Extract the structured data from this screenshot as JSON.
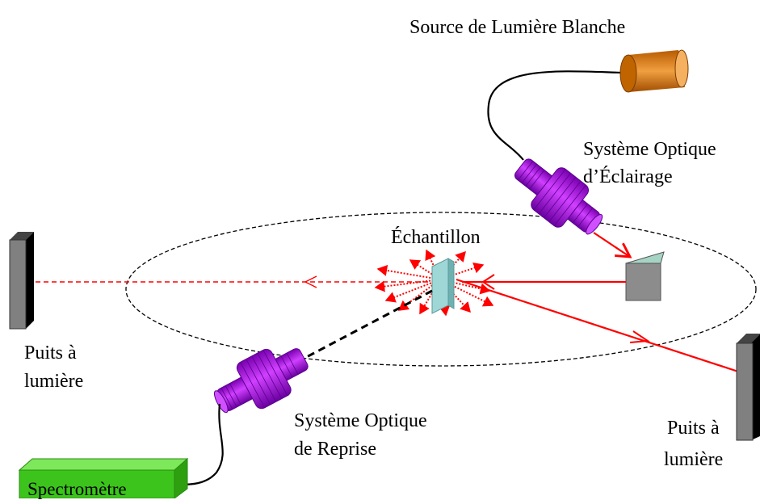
{
  "labels": {
    "white_light_source": "Source de Lumière Blanche",
    "illumination_optics_line1": "Système Optique",
    "illumination_optics_line2": "d’Éclairage",
    "sample": "Échantillon",
    "light_trap_left_line1": "Puits à",
    "light_trap_left_line2": "lumière",
    "collection_optics_line1": "Système Optique",
    "collection_optics_line2": "de Reprise",
    "light_trap_right_line1": "Puits à",
    "light_trap_right_line2": "lumière",
    "spectrometer": "Spectromètre"
  },
  "colors": {
    "beam": "#ff0000",
    "optics": "#b000e8",
    "source": "#e07a10",
    "spectrometer": "#3cc41c",
    "sample": "#9fd6d6",
    "light_trap": "#808080",
    "prism": "#8c8c8c"
  },
  "icons": {
    "source": "cylinder-lamp-icon",
    "optics": "lens-tube-icon",
    "light_trap": "beam-dump-icon",
    "prism": "prism-icon",
    "spectrometer": "spectrometer-box-icon"
  }
}
